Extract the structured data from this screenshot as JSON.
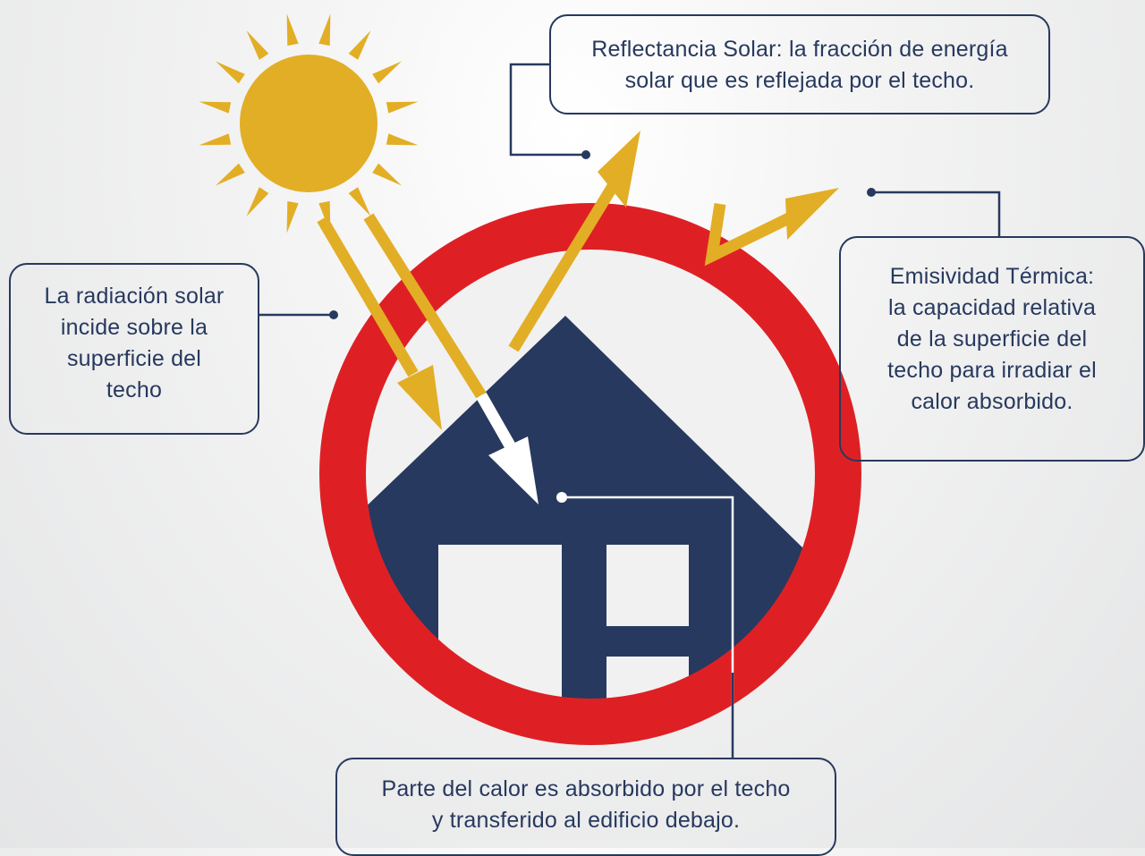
{
  "callouts": {
    "incidence": [
      "La radiación solar",
      "incide sobre la",
      "superficie del",
      "techo"
    ],
    "reflectance": [
      "Reflectancia Solar: la fracción de energía",
      "solar que es reflejada por el techo."
    ],
    "emissivity": [
      "Emisividad Térmica:",
      "la capacidad relativa",
      "de la superficie del",
      "techo para irradiar el",
      "calor absorbido."
    ],
    "absorbed": [
      "Parte del calor es absorbido por el techo",
      "y transferido al edificio debajo."
    ]
  },
  "icons": [
    "sun-icon",
    "house-icon",
    "prohibition-ring-icon",
    "arrow-icon"
  ],
  "colors": {
    "sun": "#e2ae25",
    "ring": "#de2025",
    "house": "#27395e",
    "arrow": "#e2ae25",
    "callout_border": "#27395e",
    "text": "#27395e"
  }
}
